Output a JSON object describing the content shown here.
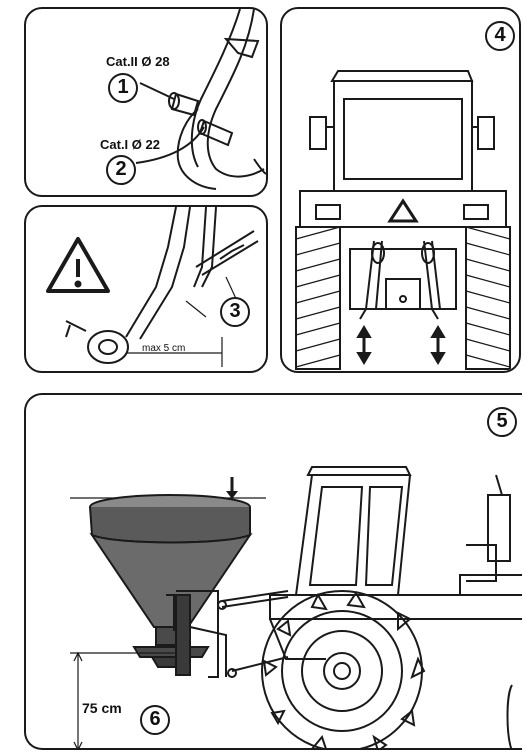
{
  "panels": {
    "p1": {
      "label_cat2": "Cat.II Ø 28",
      "label_cat1": "Cat.I Ø 22",
      "callout_1": "1",
      "callout_2": "2"
    },
    "p2": {
      "callout_3": "3",
      "measure": "max 5 cm",
      "warning_icon": "warning-triangle-icon"
    },
    "p3": {
      "callout_4": "4"
    },
    "p4": {
      "callout_5": "5",
      "callout_6": "6",
      "height_label": "75 cm"
    }
  },
  "colors": {
    "line": "#1a1a1a",
    "hopper_fill": "#6b6b6b",
    "hopper_dark": "#4a4a4a"
  }
}
